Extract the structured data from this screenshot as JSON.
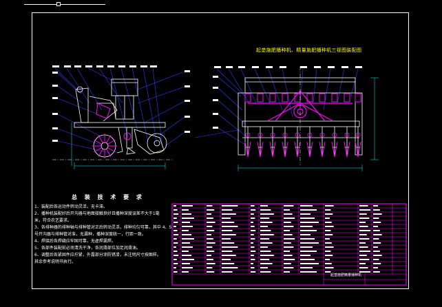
{
  "side_view": {
    "labels": [
      "",
      "",
      "",
      "",
      "",
      "",
      "",
      "",
      "",
      "",
      ""
    ]
  },
  "rear_view": {
    "title": "起垄施肥播种机、精量施肥播种机三视图装配图",
    "labels": [
      "",
      "",
      "",
      "",
      "",
      "",
      "",
      "",
      "",
      "",
      "",
      ""
    ]
  },
  "technical_requirements": {
    "title": "总 装 技 术 要 求",
    "items": [
      "1、装配后各运动件转动灵活，无卡滞。",
      "2、播种机装配好后开沟器与地面接触良好且播种深度误差不大于1毫",
      "米，符合农艺要求。",
      "3、各排种器的排种轴与排种管对正后转动灵活，排种均匀可靠，其中 4、5",
      "号开沟器与排种管对准，无漏种，播种深度统一，行距一致。",
      "4、焊接后各焊缝应牢固可靠，无虚焊漏焊。",
      "5、各部件装配前必须清洗干净，各润滑部位加足润滑油。",
      "6、调整后各紧固件应拧紧，外露部分涂防锈漆，未注明尺寸按图样。",
      "其余参考说明书执行。"
    ]
  },
  "title_block": {
    "title": "起垄施肥精量播种机"
  },
  "colors": {
    "background": "#000000",
    "line": "#ffffff",
    "leader": "#0000ff",
    "dimension": "#00ffff",
    "component": "#ff00ff",
    "annotation": "#ffff00",
    "table": "#ff00ff"
  }
}
